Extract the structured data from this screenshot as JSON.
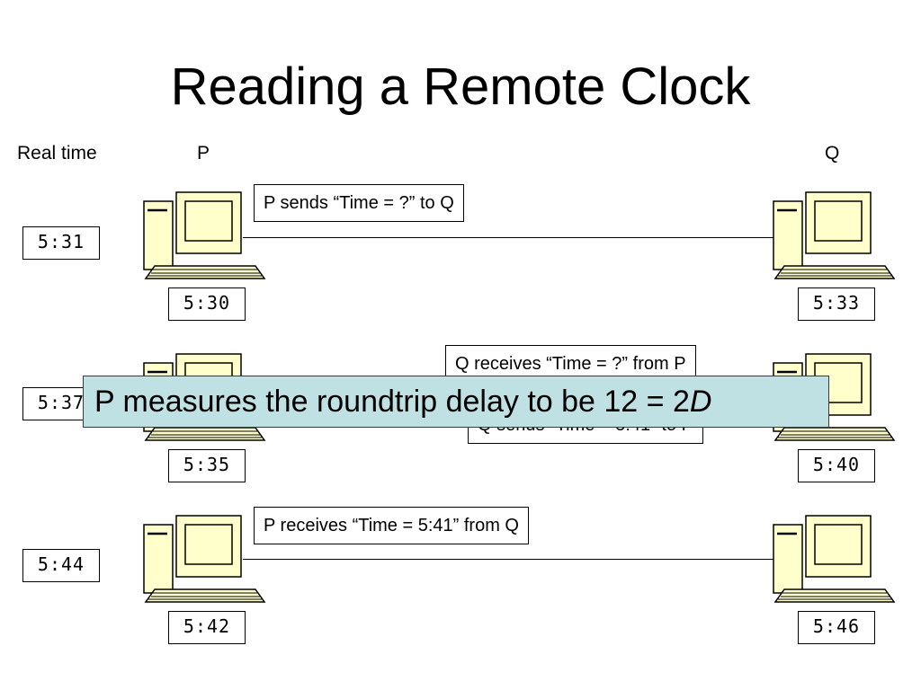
{
  "title": "Reading a Remote Clock",
  "columns": {
    "real_time": "Real time",
    "p": "P",
    "q": "Q"
  },
  "rows": [
    {
      "real_clock": "5:31",
      "p_clock": "5:30",
      "q_clock": "5:33",
      "message": "P sends “Time = ?” to Q"
    },
    {
      "real_clock": "5:37",
      "p_clock": "5:35",
      "q_clock": "5:40",
      "message": "Q receives “Time = ?” from P",
      "message2": "Q sends “Time = 5:41” to P"
    },
    {
      "real_clock": "5:44",
      "p_clock": "5:42",
      "q_clock": "5:46",
      "message": "P receives “Time = 5:41” from Q"
    }
  ],
  "banner": {
    "text": "P measures the roundtrip delay to be 12 = 2",
    "variable": "D"
  },
  "colors": {
    "computer_fill": "#ffffcc",
    "banner_fill": "#bfe1e4"
  },
  "icons": {
    "computer": "computer-icon"
  }
}
